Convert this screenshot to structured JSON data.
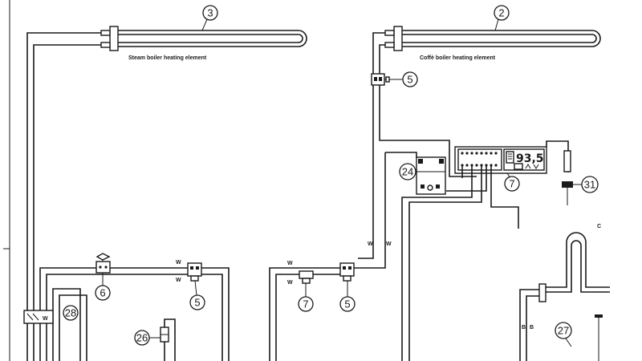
{
  "labels": {
    "steam_element": "Steam boiler heating element",
    "coffee_element": "Coffè boiler heating element",
    "display_value": "93,5",
    "partial_edge_text": "C",
    "terminal_text": "W",
    "wire_code_a": "W",
    "wire_code_b": "B"
  },
  "callouts": {
    "c2": "2",
    "c3": "3",
    "c5_top": "5",
    "c5_mid": "5",
    "c5_right": "5",
    "c6": "6",
    "c7_ctrl": "7",
    "c7_low": "7",
    "c24": "24",
    "c26": "26",
    "c27": "27",
    "c28": "28",
    "c31": "31"
  },
  "colors": {
    "line": "#1a1a1a",
    "background": "#ffffff"
  }
}
